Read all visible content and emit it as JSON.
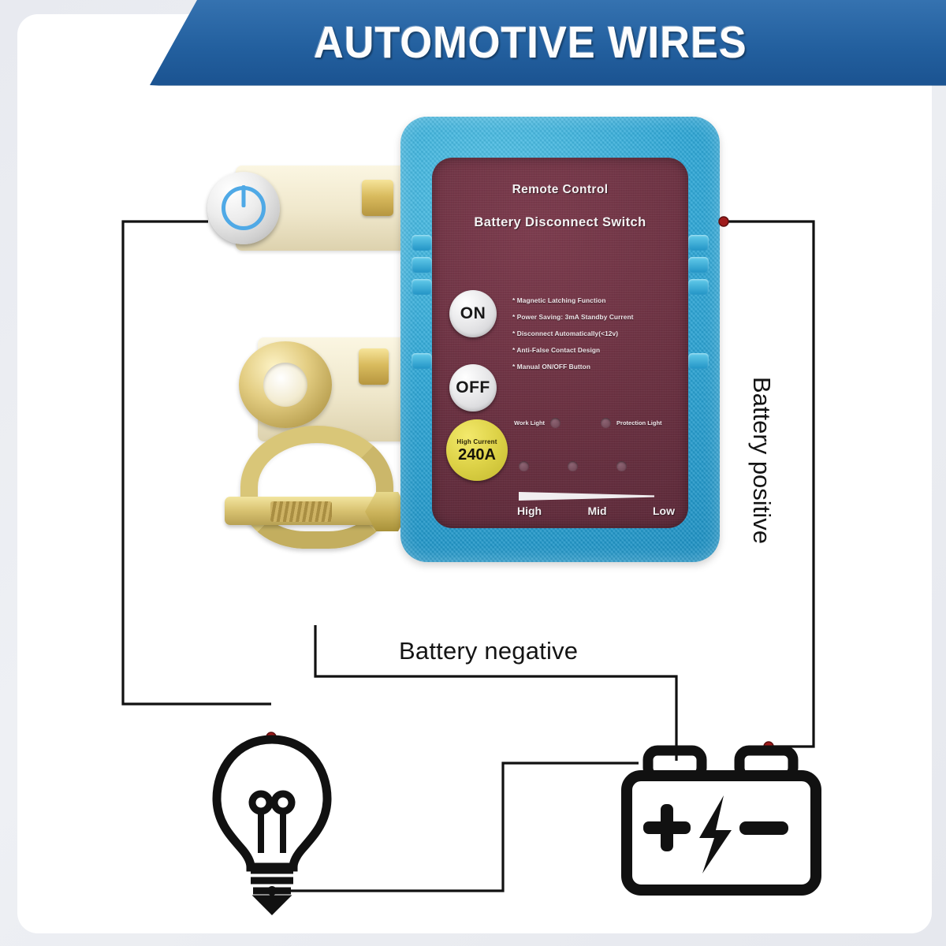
{
  "banner": {
    "title": "AUTOMOTIVE WIRES",
    "bg_color": "#23609f",
    "text_color": "#fdfdfd"
  },
  "device": {
    "housing_color": "#2fa7d6",
    "panel_color": "#6b3242",
    "title_line1": "Remote Control",
    "title_line2": "Battery Disconnect Switch",
    "buttons": {
      "on_label": "ON",
      "off_label": "OFF"
    },
    "features": [
      "* Magnetic Latching Function",
      "* Power Saving: 3mA Standby Current",
      "* Disconnect Automatically(<12v)",
      "* Anti-False Contact Design",
      "* Manual ON/OFF Button"
    ],
    "badge": {
      "top_label": "High Current",
      "amp_label": "240A",
      "color": "#ddd247"
    },
    "indicators": {
      "work_light_label": "Work Light",
      "protection_light_label": "Protection Light"
    },
    "scale": {
      "high_label": "High",
      "mid_label": "Mid",
      "low_label": "Low"
    }
  },
  "diagram": {
    "negative_label": "Battery negative",
    "positive_label": "Battery positive",
    "wire_color": "#111111",
    "node_color": "#9e1b1b",
    "bulb_name": "light-bulb",
    "battery_name": "car-battery",
    "battery_plus": "+",
    "battery_minus": "−"
  }
}
